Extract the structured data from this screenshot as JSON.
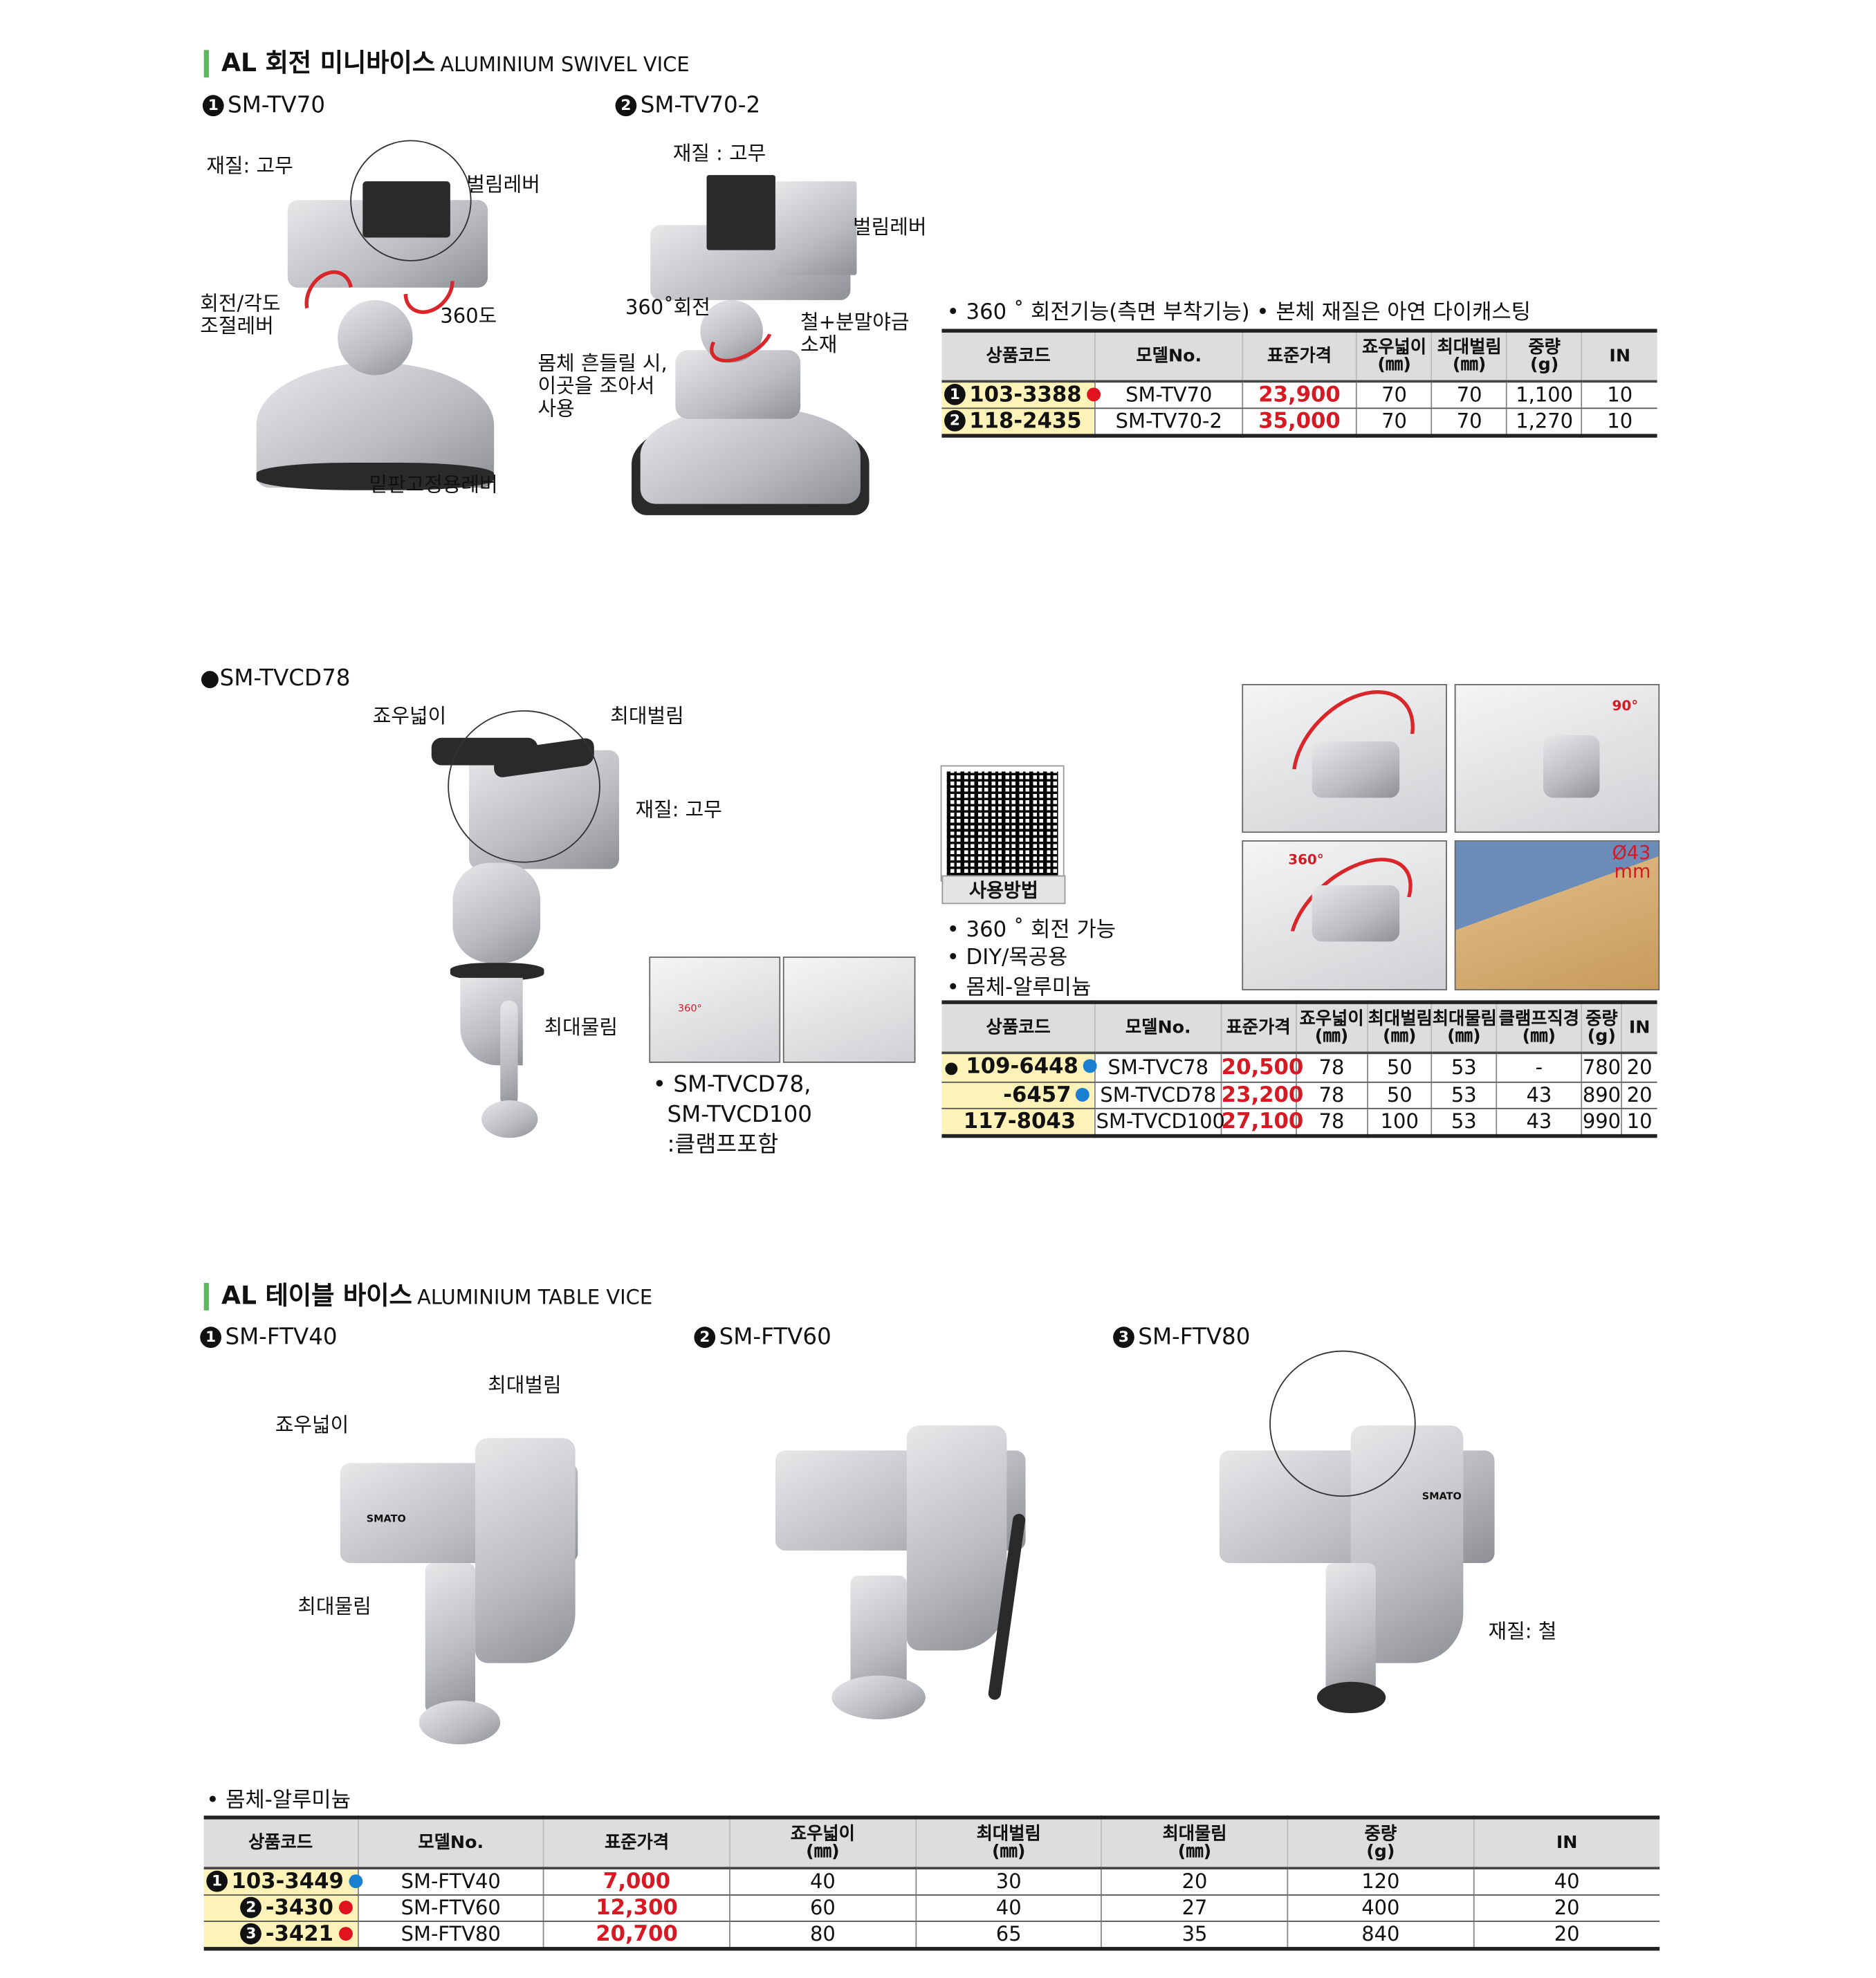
{
  "section1": {
    "title_ko": "AL 회전 미니바이스",
    "title_en": "ALUMINIUM SWIVEL VICE",
    "models": [
      {
        "num": "1",
        "name": "SM-TV70"
      },
      {
        "num": "2",
        "name": "SM-TV70-2"
      }
    ],
    "labels_tv70": {
      "material": "재질: 고무",
      "spread_lever": "벌림레버",
      "rotate_lever": "회전/각도\n조절레버",
      "rotate_360": "360도",
      "base_lever": "밑판고정용레버"
    },
    "labels_tv70_2": {
      "material": "재질 : 고무",
      "spread_lever": "벌림레버",
      "rotate_360": "360˚회전",
      "alloy": "철+분말야금\n소재",
      "tighten": "몸체 흔들릴 시,\n이곳을 조아서\n사용"
    },
    "features": "• 360 ˚ 회전기능(측면 부착기능)   • 본체 재질은 아연 다이캐스팅",
    "table": {
      "headers": [
        "상품코드",
        "모델No.",
        "표준가격",
        "죠우넓이\n(㎜)",
        "최대벌림\n(㎜)",
        "중량\n(g)",
        "IN"
      ],
      "rows": [
        {
          "num": "1",
          "code": "103-3388",
          "dot": "#e0141e",
          "model": "SM-TV70",
          "price": "23,900",
          "vals": [
            "70",
            "70",
            "1,100",
            "10"
          ]
        },
        {
          "num": "2",
          "code": "118-2435",
          "dot": "",
          "model": "SM-TV70-2",
          "price": "35,000",
          "vals": [
            "70",
            "70",
            "1,270",
            "10"
          ]
        }
      ]
    }
  },
  "section2": {
    "model": "●SM-TVCD78",
    "labels": {
      "jaw_width": "죠우넓이",
      "max_open": "최대벌림",
      "material": "재질: 고무",
      "max_clamp": "최대물림",
      "small_360": "360°"
    },
    "clamp_note": "• SM-TVCD78,\n  SM-TVCD100\n  :클램프포함",
    "qr_label": "사용방법",
    "features": [
      "• 360 ˚ 회전 가능",
      "• DIY/목공용",
      "• 몸체-알루미늄"
    ],
    "photo_labels": {
      "deg90": "90°",
      "deg360": "360°",
      "dia": "Ø43\nmm"
    },
    "table": {
      "headers": [
        "상품코드",
        "모델No.",
        "표준가격",
        "죠우넓이\n(㎜)",
        "최대벌림\n(㎜)",
        "최대물림\n(㎜)",
        "클램프직경\n(㎜)",
        "중량\n(g)",
        "IN"
      ],
      "rows": [
        {
          "num": "●",
          "code": "109-6448",
          "dot": "#1a7fd0",
          "model": "SM-TVC78",
          "price": "20,500",
          "vals": [
            "78",
            "50",
            "53",
            "-",
            "780",
            "20"
          ]
        },
        {
          "num": "",
          "code": "-6457",
          "dot": "#1a7fd0",
          "model": "SM-TVCD78",
          "price": "23,200",
          "vals": [
            "78",
            "50",
            "53",
            "43",
            "890",
            "20"
          ]
        },
        {
          "num": "",
          "code": "117-8043",
          "dot": "",
          "model": "SM-TVCD100",
          "price": "27,100",
          "vals": [
            "78",
            "100",
            "53",
            "43",
            "990",
            "10"
          ]
        }
      ]
    }
  },
  "section3": {
    "title_ko": "AL 테이블 바이스",
    "title_en": "ALUMINIUM TABLE VICE",
    "models": [
      {
        "num": "1",
        "name": "SM-FTV40"
      },
      {
        "num": "2",
        "name": "SM-FTV60"
      },
      {
        "num": "3",
        "name": "SM-FTV80"
      }
    ],
    "labels": {
      "max_open": "최대벌림",
      "jaw_width": "죠우넓이",
      "max_clamp": "최대물림",
      "material": "재질: 철",
      "brand": "SMATO"
    },
    "feature": "• 몸체-알루미늄",
    "table": {
      "headers": [
        "상품코드",
        "모델No.",
        "표준가격",
        "죠우넓이\n(㎜)",
        "최대벌림\n(㎜)",
        "최대물림\n(㎜)",
        "중량\n(g)",
        "IN"
      ],
      "rows": [
        {
          "num": "1",
          "code": "103-3449",
          "dot": "#1a7fd0",
          "model": "SM-FTV40",
          "price": "7,000",
          "vals": [
            "40",
            "30",
            "20",
            "120",
            "40"
          ]
        },
        {
          "num": "2",
          "code": "-3430",
          "dot": "#e0141e",
          "model": "SM-FTV60",
          "price": "12,300",
          "vals": [
            "60",
            "40",
            "27",
            "400",
            "20"
          ]
        },
        {
          "num": "3",
          "code": "-3421",
          "dot": "#e0141e",
          "model": "SM-FTV80",
          "price": "20,700",
          "vals": [
            "80",
            "65",
            "35",
            "840",
            "20"
          ]
        }
      ]
    }
  }
}
